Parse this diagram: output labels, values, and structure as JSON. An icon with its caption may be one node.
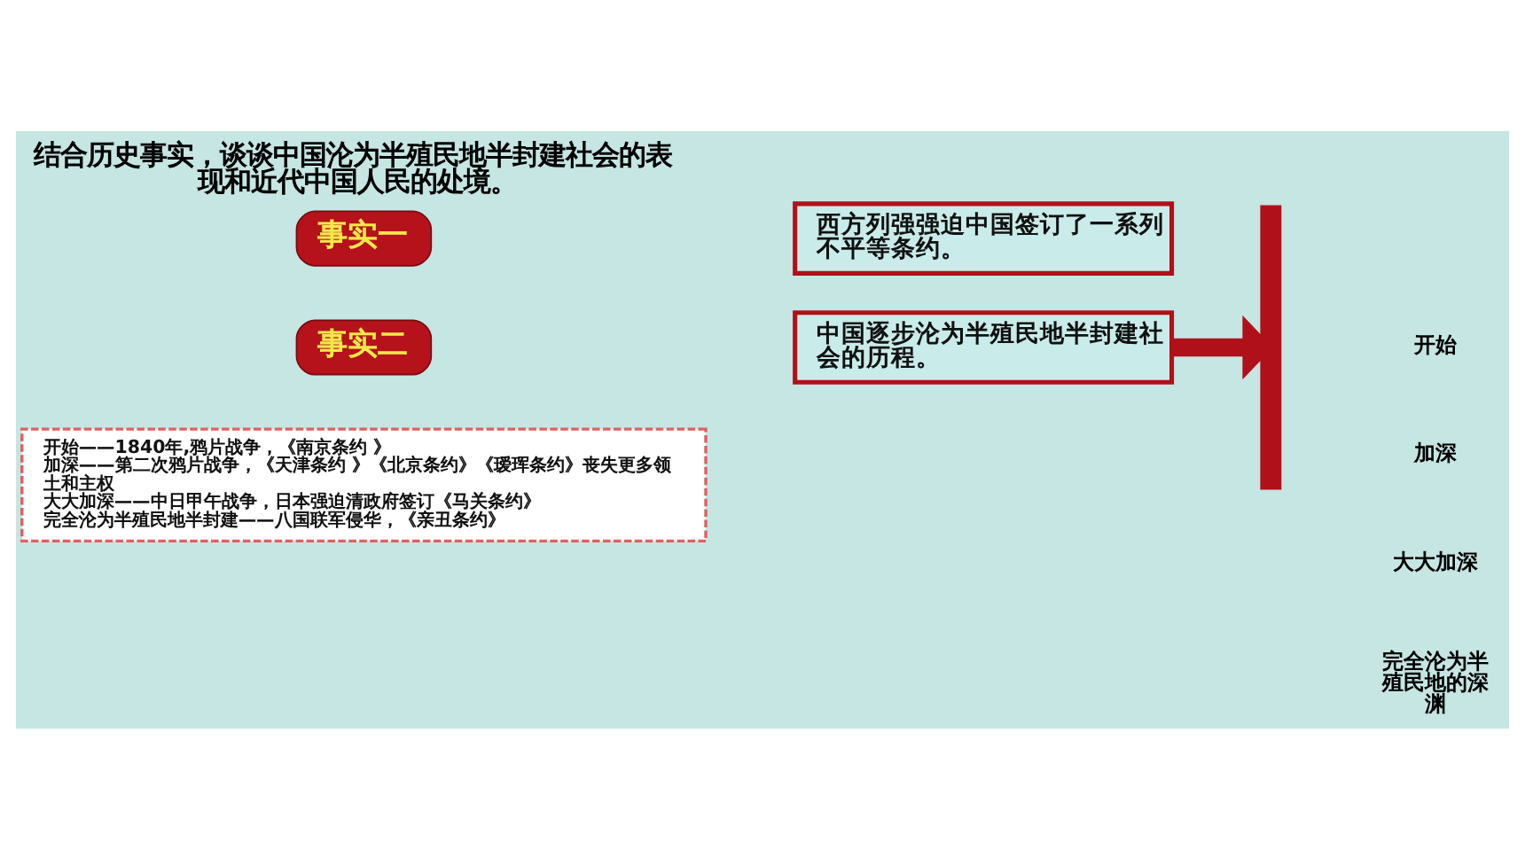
{
  "diagram": {
    "title": "结合历史事实，谈谈中国沦为半殖民地半封建社会的表现和近代中国人民的处境。",
    "nodes": [
      {
        "text": [
          "事实一"
        ]
      },
      {
        "text": [
          "西方列强强迫中国签订了一系列不平等条约。"
        ]
      },
      {
        "text": [
          "事实二"
        ]
      },
      {
        "text": [
          "中国逐步沦为半殖民地半封建社会的历程。"
        ]
      },
      {
        "text": [],
        "shape": "bar"
      },
      {
        "text": [
          "开始——1840年,鸦片战争，《南京条约 》",
          "加深——第二次鸦片战争，《天津条约 》《北京条约》《瑷珲条约》丧失更多领土和主权",
          "大大加深——中日甲午战争，日本强迫清政府签订《马关条约》",
          "完全沦为半殖民地半封建——八国联军侵华，《亲丑条约》"
        ]
      }
    ],
    "edges": [
      {
        "from": 3,
        "to": 4,
        "arrow": "to",
        "color": "#b0101a"
      }
    ],
    "labels": [
      "开始",
      "加深",
      "大大加深",
      "完全沦为半殖民地的深渊"
    ]
  }
}
